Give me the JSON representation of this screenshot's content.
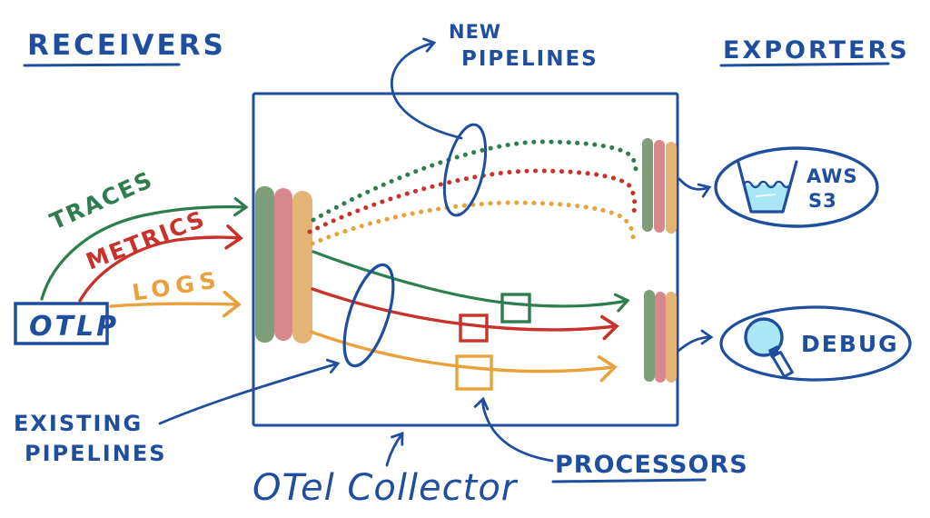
{
  "headings": {
    "receivers": "RECEIVERS",
    "exporters": "EXPORTERS"
  },
  "source": {
    "label": "OTLP"
  },
  "signals": [
    {
      "name": "TRACES",
      "color": "#2e7d4f"
    },
    {
      "name": "METRICS",
      "color": "#c8322b"
    },
    {
      "name": "LOGS",
      "color": "#e9a23b"
    }
  ],
  "collector": {
    "label": "OTel Collector"
  },
  "annotations": {
    "new_pipelines": {
      "line1": "NEW",
      "line2": "PIPELINES"
    },
    "existing_pipelines": {
      "line1": "EXISTING",
      "line2": "PIPELINES"
    },
    "processors": "PROCESSORS"
  },
  "exporters": [
    {
      "name": "AWS S3",
      "label_line1": "AWS",
      "label_line2": "S3",
      "icon": "bucket-icon"
    },
    {
      "name": "DEBUG",
      "label": "DEBUG",
      "icon": "magnifier-icon"
    }
  ],
  "colors": {
    "ink": "#1f4e9e",
    "traces": "#2e7d4f",
    "metrics": "#c8322b",
    "logs": "#e9a23b",
    "bar_green": "#7d9e78",
    "bar_red": "#d8878a",
    "bar_orange": "#e3b476",
    "cyan_fill": "#a9e7f6",
    "background": "#ffffff"
  }
}
